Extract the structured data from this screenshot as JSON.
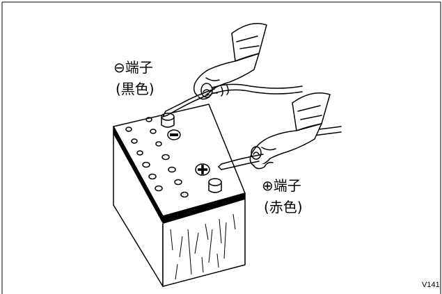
{
  "labels": {
    "negative_terminal": "⊖端子",
    "negative_color": "(黒色)",
    "positive_terminal": "⊕端子",
    "positive_color": "(赤色)"
  },
  "reference_code": "V141",
  "colors": {
    "line": "#000000",
    "background": "#ffffff"
  },
  "icons": [
    "battery-icon",
    "left-hand-icon",
    "right-hand-icon",
    "negative-clamp-icon",
    "positive-clamp-icon",
    "cable-icon"
  ]
}
